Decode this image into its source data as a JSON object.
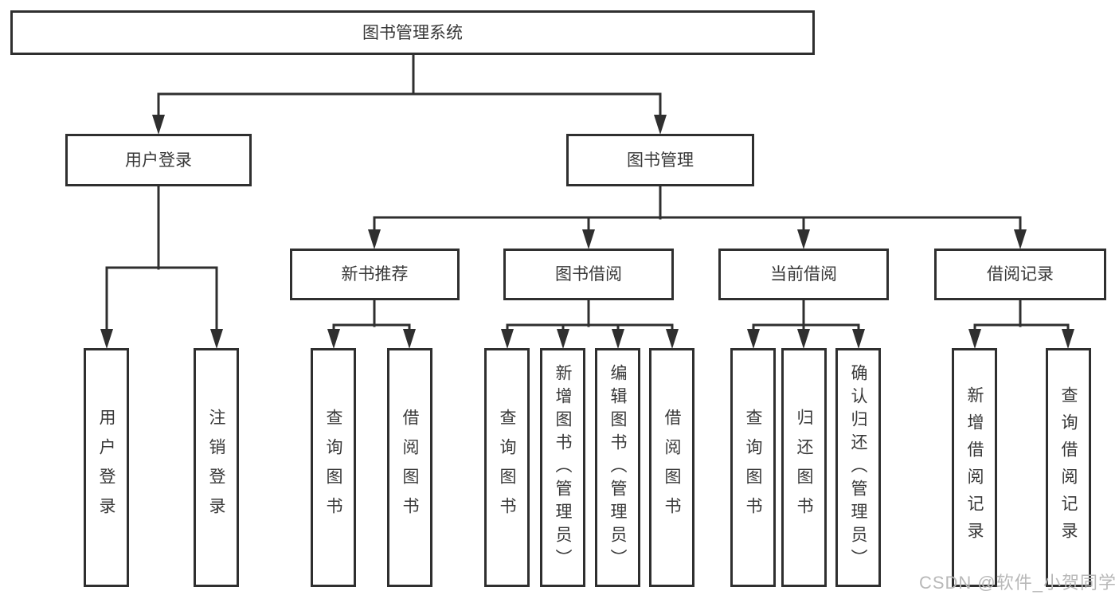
{
  "tree": {
    "label": "图书管理系统",
    "children": [
      {
        "label": "用户登录",
        "children": [
          {
            "label": "用户登录"
          },
          {
            "label": "注销登录"
          }
        ]
      },
      {
        "label": "图书管理",
        "children": [
          {
            "label": "新书推荐",
            "children": [
              {
                "label": "查询图书"
              },
              {
                "label": "借阅图书"
              }
            ]
          },
          {
            "label": "图书借阅",
            "children": [
              {
                "label": "查询图书"
              },
              {
                "label": "新增图书（管理员）"
              },
              {
                "label": "编辑图书（管理员）"
              },
              {
                "label": "借阅图书"
              }
            ]
          },
          {
            "label": "当前借阅",
            "children": [
              {
                "label": "查询图书"
              },
              {
                "label": "归还图书"
              },
              {
                "label": "确认归还（管理员）"
              }
            ]
          },
          {
            "label": "借阅记录",
            "children": [
              {
                "label": "新增借阅记录"
              },
              {
                "label": "查询借阅记录"
              }
            ]
          }
        ]
      }
    ]
  },
  "watermark": {
    "text": "CSDN @软件_小贺同学"
  },
  "colors": {
    "line": "#2f2f2f",
    "text": "#383838",
    "watermark": "#b8b8b8",
    "background": "#ffffff"
  }
}
